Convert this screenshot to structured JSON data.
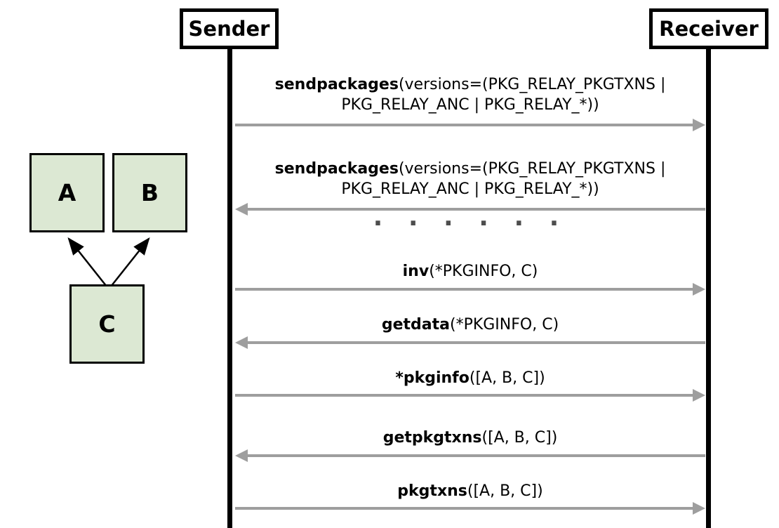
{
  "dag": {
    "node_fill": "#dce8d3",
    "nodes": [
      {
        "id": "A",
        "label": "A"
      },
      {
        "id": "B",
        "label": "B"
      },
      {
        "id": "C",
        "label": "C"
      }
    ],
    "edges": [
      {
        "from": "C",
        "to": "A"
      },
      {
        "from": "C",
        "to": "B"
      }
    ]
  },
  "sequence": {
    "arrow_color": "#9e9e9e",
    "actors": [
      {
        "label": "Sender"
      },
      {
        "label": "Receiver"
      }
    ],
    "ellipsis": "· · · · · ·",
    "messages": [
      {
        "name": "sendpackages",
        "args": "(versions=(PKG_RELAY_PKGTXNS | PKG_RELAY_ANC | PKG_RELAY_*))",
        "direction": "right",
        "from": "Sender",
        "to": "Receiver"
      },
      {
        "name": "sendpackages",
        "args": "(versions=(PKG_RELAY_PKGTXNS | PKG_RELAY_ANC | PKG_RELAY_*))",
        "direction": "left",
        "from": "Receiver",
        "to": "Sender"
      },
      {
        "name": "inv",
        "args": "(*PKGINFO, C)",
        "direction": "right",
        "from": "Sender",
        "to": "Receiver"
      },
      {
        "name": "getdata",
        "args": "(*PKGINFO, C)",
        "direction": "left",
        "from": "Receiver",
        "to": "Sender"
      },
      {
        "name": "*pkginfo",
        "args": "([A, B, C])",
        "direction": "right",
        "from": "Sender",
        "to": "Receiver"
      },
      {
        "name": "getpkgtxns",
        "args": "([A, B, C])",
        "direction": "left",
        "from": "Receiver",
        "to": "Sender"
      },
      {
        "name": "pkgtxns",
        "args": "([A, B, C])",
        "direction": "right",
        "from": "Sender",
        "to": "Receiver"
      }
    ]
  }
}
